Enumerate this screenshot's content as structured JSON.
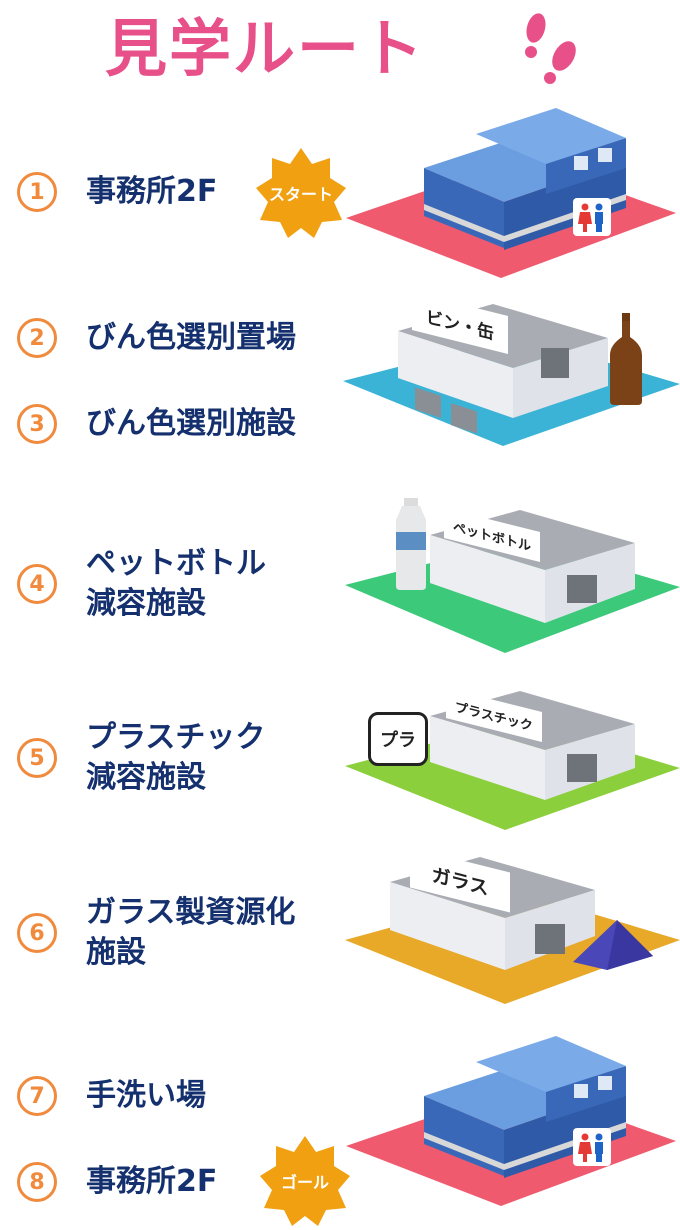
{
  "title": "見学ルート",
  "steps": [
    {
      "num": "1",
      "label": "事務所2F"
    },
    {
      "num": "2",
      "label": "びん色選別置場"
    },
    {
      "num": "3",
      "label": "びん色選別施設"
    },
    {
      "num": "4",
      "label_line1": "ペットボトル",
      "label_line2": "減容施設"
    },
    {
      "num": "5",
      "label_line1": "プラスチック",
      "label_line2": "減容施設"
    },
    {
      "num": "6",
      "label_line1": "ガラス製資源化",
      "label_line2": "施設"
    },
    {
      "num": "7",
      "label": "手洗い場"
    },
    {
      "num": "8",
      "label": "事務所2F"
    }
  ],
  "badges": {
    "start": "スタート",
    "goal": "ゴール"
  },
  "signs": {
    "bin": "ビン・缶",
    "pet": "ペットボトル",
    "pla": "プラスチック",
    "glass": "ガラス",
    "recycle_mark": "プラ"
  },
  "colors": {
    "title": "#e8508a",
    "number_ring": "#f08a3c",
    "label": "#15306e",
    "badge": "#f0a010",
    "ground_office": "#f05a6e",
    "ground_bin": "#3bb3d6",
    "ground_pet": "#3cc97a",
    "ground_pla": "#8ccf3c",
    "ground_glass": "#e8a828"
  },
  "icons": [
    "footprints-icon",
    "restroom-icon",
    "bottle-icon",
    "pet-bottle-icon",
    "recycle-icon",
    "glass-pile-icon"
  ]
}
